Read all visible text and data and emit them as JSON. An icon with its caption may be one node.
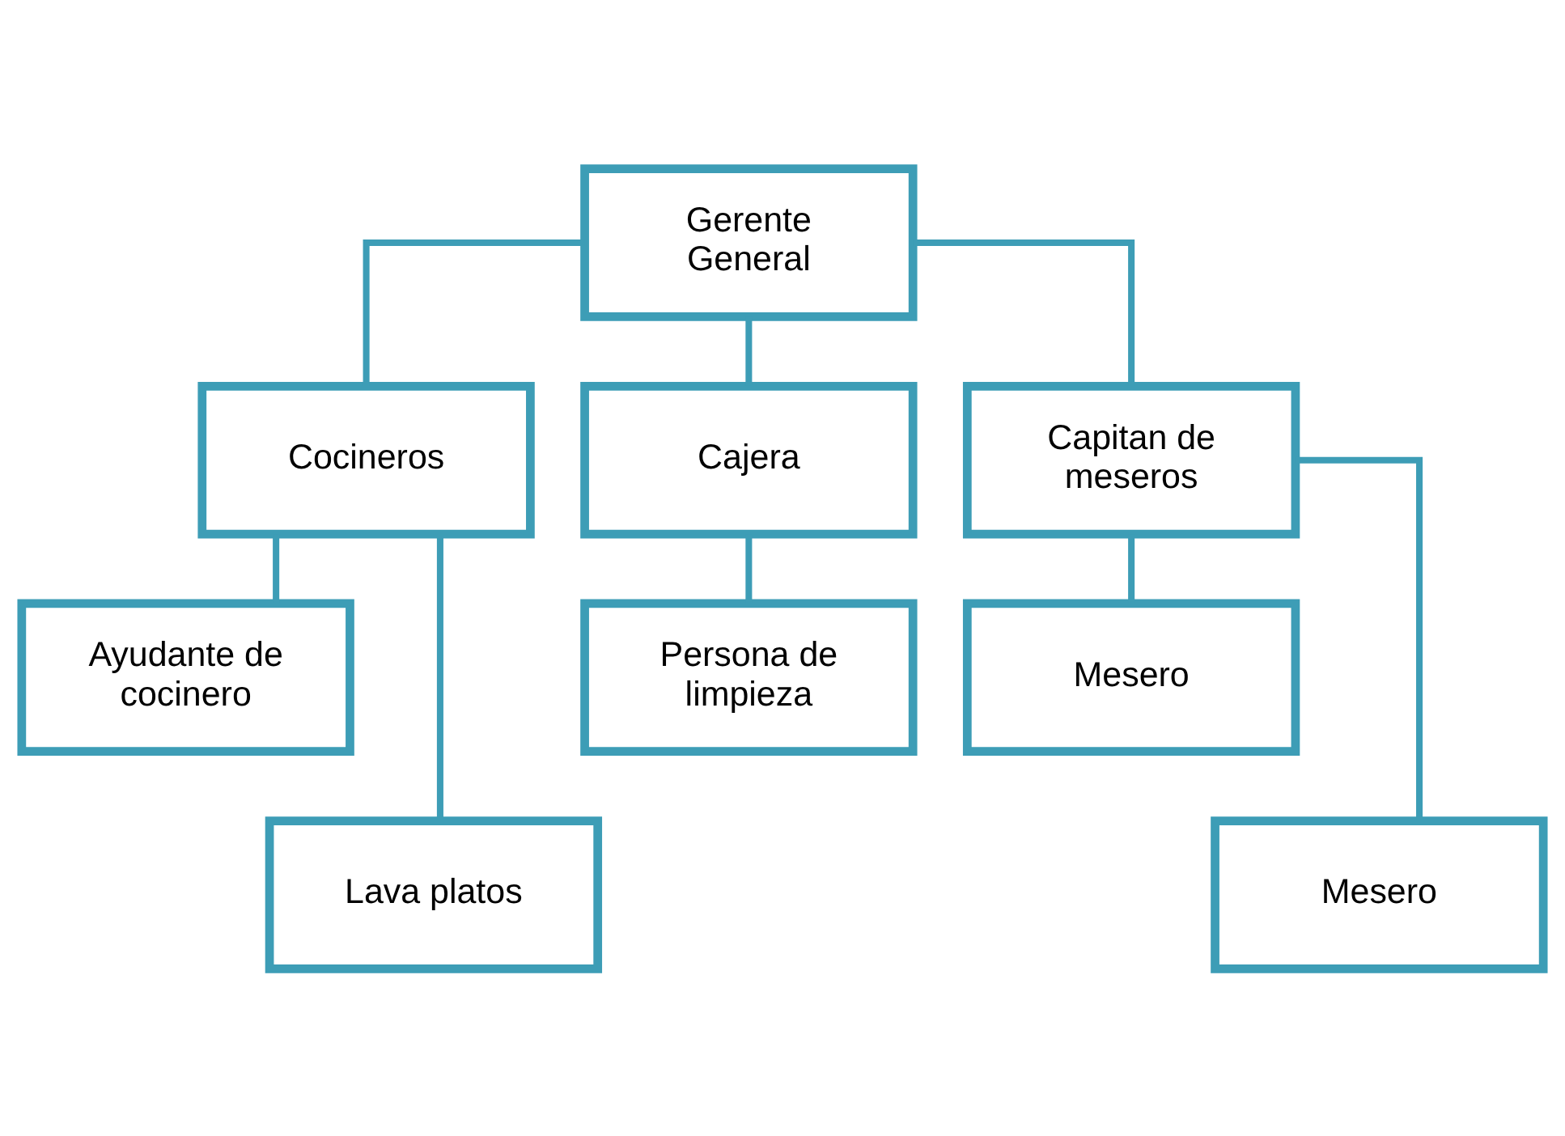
{
  "diagram": {
    "nodes": [
      {
        "text": [
          "Gerente General"
        ]
      },
      {
        "text": [
          "Cocineros"
        ]
      },
      {
        "text": [
          "Cajera"
        ]
      },
      {
        "text": [
          "Capitan de meseros"
        ]
      },
      {
        "text": [
          "Ayudante de cocinero"
        ]
      },
      {
        "text": [
          "Lava platos"
        ]
      },
      {
        "text": [
          "Persona de limpieza"
        ]
      },
      {
        "text": [
          "Mesero"
        ]
      },
      {
        "text": [
          "Mesero"
        ]
      }
    ],
    "edges": [
      {
        "from": 0,
        "to": 1,
        "arrow": "none"
      },
      {
        "from": 0,
        "to": 2,
        "arrow": "none"
      },
      {
        "from": 0,
        "to": 3,
        "arrow": "none"
      },
      {
        "from": 1,
        "to": 4,
        "arrow": "none"
      },
      {
        "from": 1,
        "to": 5,
        "arrow": "none"
      },
      {
        "from": 2,
        "to": 6,
        "arrow": "none"
      },
      {
        "from": 3,
        "to": 7,
        "arrow": "none"
      },
      {
        "from": 3,
        "to": 8,
        "arrow": "none"
      }
    ]
  }
}
